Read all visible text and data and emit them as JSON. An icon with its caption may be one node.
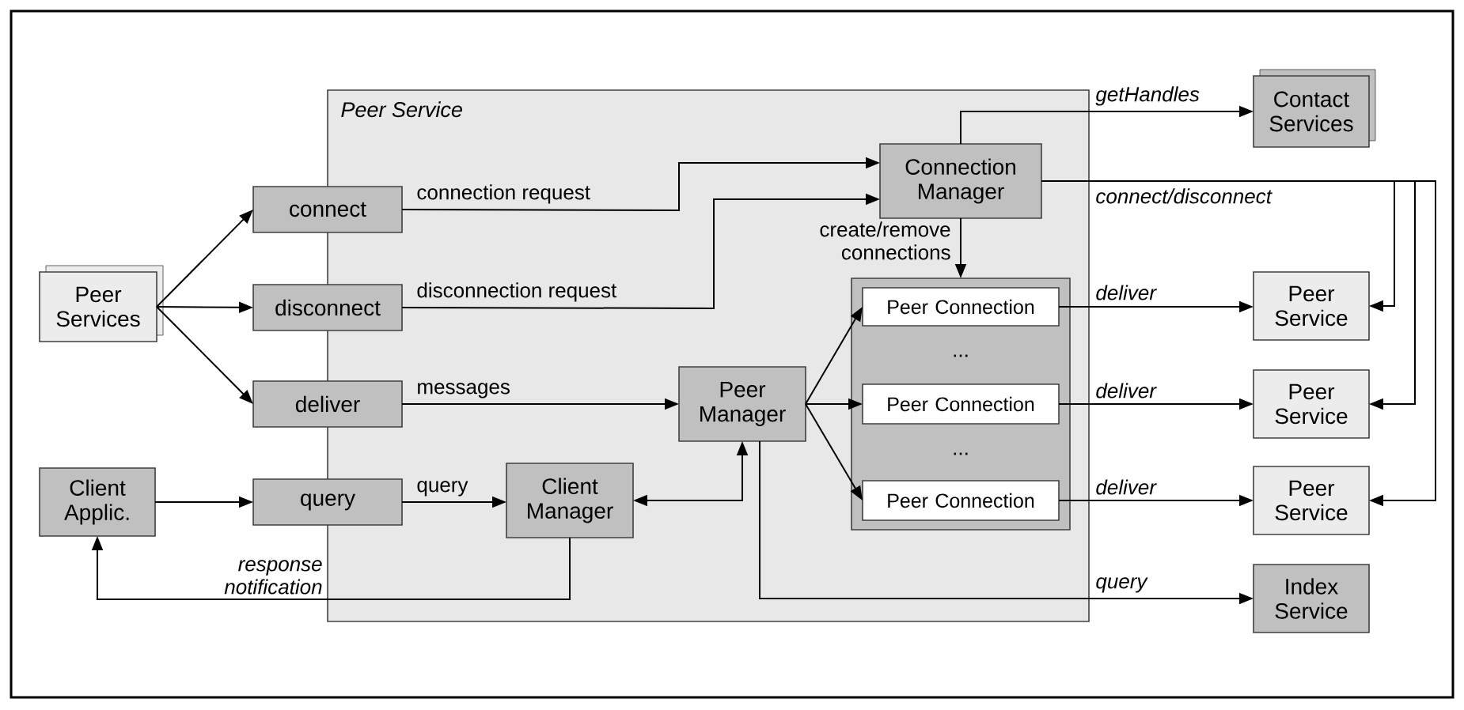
{
  "diagram": {
    "nodes": [
      {
        "text": [
          "Peer Service"
        ]
      },
      {
        "text": [
          "Peer Services"
        ]
      },
      {
        "text": [
          "connect"
        ]
      },
      {
        "text": [
          "disconnect"
        ]
      },
      {
        "text": [
          "deliver"
        ]
      },
      {
        "text": [
          "query"
        ]
      },
      {
        "text": [
          "Client Applic."
        ]
      },
      {
        "text": [
          "Client Manager"
        ],
        "in": 0
      },
      {
        "text": [
          "Peer Manager"
        ],
        "in": 0
      },
      {
        "text": [
          "Connection Manager"
        ],
        "in": 0
      },
      {
        "text": [],
        "shape": "box",
        "in": 0
      },
      {
        "text": [
          "Peer Connection"
        ],
        "in": 10
      },
      {
        "text": [
          "Peer Connection"
        ],
        "in": 10
      },
      {
        "text": [
          "Peer Connection"
        ],
        "in": 10
      },
      {
        "text": [
          "Contact Services"
        ]
      },
      {
        "text": [
          "Peer Service"
        ]
      },
      {
        "text": [
          "Peer Service"
        ]
      },
      {
        "text": [
          "Peer Service"
        ]
      },
      {
        "text": [
          "Index Service"
        ]
      }
    ],
    "edges": [
      {
        "from": 1,
        "to": 2,
        "arrow": "to"
      },
      {
        "from": 1,
        "to": 3,
        "arrow": "to"
      },
      {
        "from": 1,
        "to": 4,
        "arrow": "to"
      },
      {
        "from": 2,
        "to": 9,
        "arrow": "to",
        "label": "connection request"
      },
      {
        "from": 3,
        "to": 9,
        "arrow": "to",
        "label": "disconnection request"
      },
      {
        "from": 4,
        "to": 8,
        "arrow": "to",
        "label": "messages"
      },
      {
        "from": 6,
        "to": 5,
        "arrow": "to"
      },
      {
        "from": 5,
        "to": 7,
        "arrow": "to",
        "label": "query"
      },
      {
        "from": 7,
        "to": 8,
        "arrow": "both"
      },
      {
        "from": 7,
        "to": 6,
        "arrow": "to",
        "label": "response notification"
      },
      {
        "from": 8,
        "to": 11,
        "arrow": "to"
      },
      {
        "from": 8,
        "to": 12,
        "arrow": "to"
      },
      {
        "from": 8,
        "to": 13,
        "arrow": "to"
      },
      {
        "from": 9,
        "to": 10,
        "arrow": "to",
        "label": "create/remove connections"
      },
      {
        "from": 9,
        "to": 14,
        "arrow": "to",
        "label": "getHandles"
      },
      {
        "from": 9,
        "to": 15,
        "arrow": "to",
        "label": "connect/disconnect"
      },
      {
        "from": 9,
        "to": 16,
        "arrow": "to"
      },
      {
        "from": 9,
        "to": 17,
        "arrow": "to"
      },
      {
        "from": 11,
        "to": 15,
        "arrow": "to",
        "label": "deliver"
      },
      {
        "from": 12,
        "to": 16,
        "arrow": "to",
        "label": "deliver"
      },
      {
        "from": 13,
        "to": 17,
        "arrow": "to",
        "label": "deliver"
      },
      {
        "from": 8,
        "to": 18,
        "arrow": "to",
        "label": "query"
      }
    ],
    "labels": [
      "...",
      "..."
    ]
  }
}
